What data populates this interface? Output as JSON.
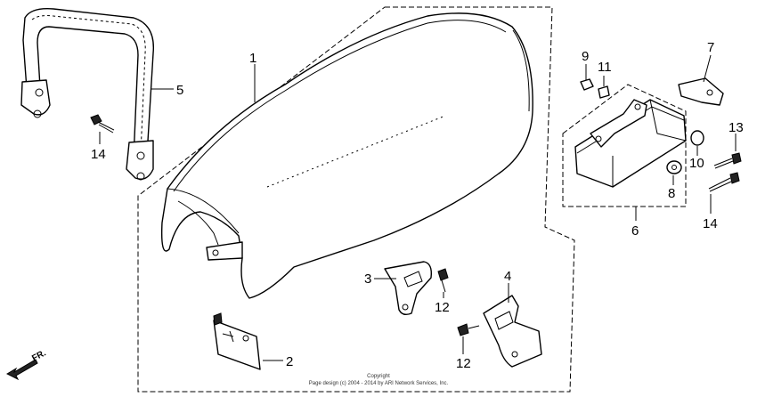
{
  "callouts": {
    "c1": "1",
    "c2": "2",
    "c3": "3",
    "c4": "4",
    "c5": "5",
    "c6": "6",
    "c7": "7",
    "c8": "8",
    "c9": "9",
    "c10": "10",
    "c11": "11",
    "c12a": "12",
    "c12b": "12",
    "c13": "13",
    "c14a": "14",
    "c14b": "14"
  },
  "direction_label": "FR.",
  "copyright": {
    "line1": "Copyright",
    "line2": "Page design (c) 2004 - 2014 by ARI Network Services, Inc."
  }
}
